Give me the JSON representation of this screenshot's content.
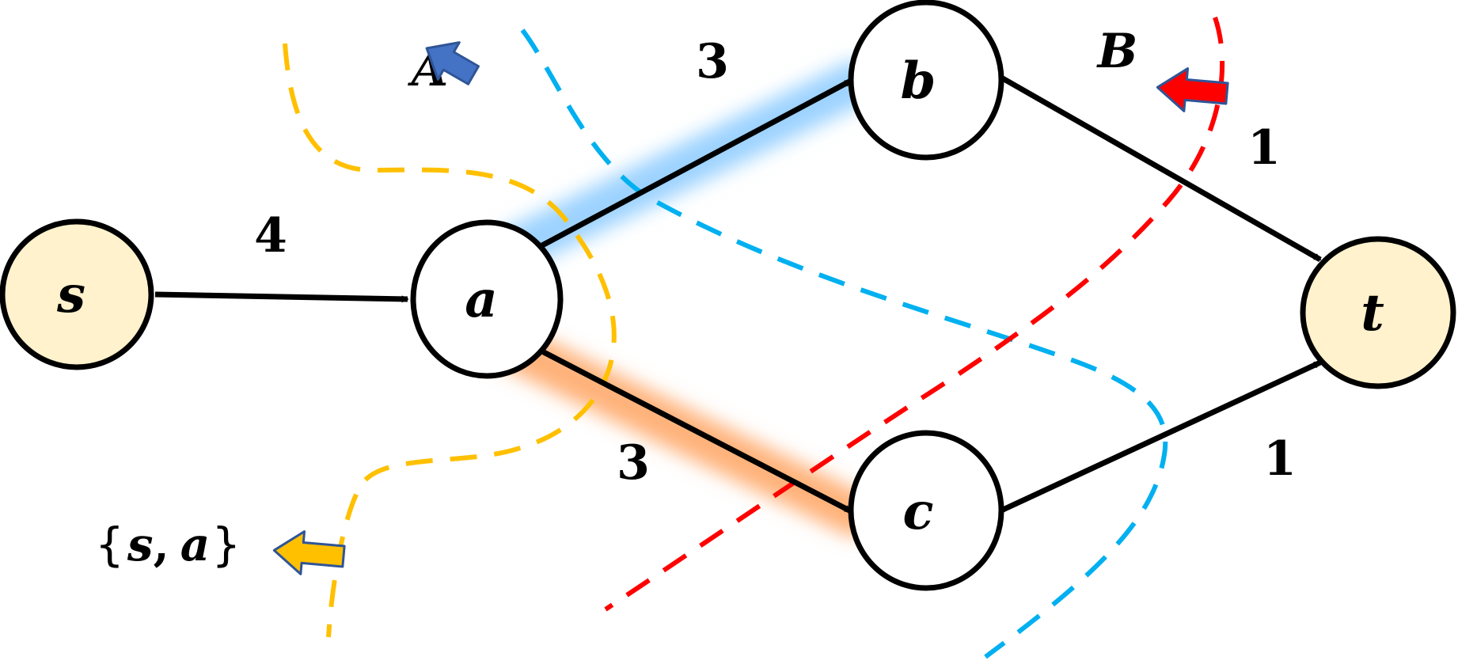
{
  "colors": {
    "terminal_fill": "#FFF2CC",
    "node_fill": "#FFFFFF",
    "stroke": "#000000",
    "cut_yellow": "#FFC000",
    "cut_blue": "#00B0F0",
    "cut_red": "#FF0000",
    "arrow_yellow": "#FFC000",
    "arrow_blue": "#4472C4",
    "arrow_red": "#FF0000",
    "glow_blue": "#9DD3FF",
    "glow_orange": "#FFB27A"
  },
  "nodes": [
    {
      "id": "s",
      "label": "s",
      "terminal": true
    },
    {
      "id": "a",
      "label": "a",
      "terminal": false
    },
    {
      "id": "b",
      "label": "b",
      "terminal": false
    },
    {
      "id": "c",
      "label": "c",
      "terminal": false
    },
    {
      "id": "t",
      "label": "t",
      "terminal": true
    }
  ],
  "edges": [
    {
      "from": "s",
      "to": "a",
      "weight": "4"
    },
    {
      "from": "a",
      "to": "b",
      "weight": "3",
      "highlight": "blue"
    },
    {
      "from": "a",
      "to": "c",
      "weight": "3",
      "highlight": "orange"
    },
    {
      "from": "b",
      "to": "t",
      "weight": "1"
    },
    {
      "from": "c",
      "to": "t",
      "weight": "1"
    }
  ],
  "cuts": {
    "yellow_label": "{s, a}",
    "yellow_label_parts": [
      "{",
      "s",
      ",",
      "a",
      "}"
    ],
    "blue_label": "A",
    "red_label": "B"
  }
}
